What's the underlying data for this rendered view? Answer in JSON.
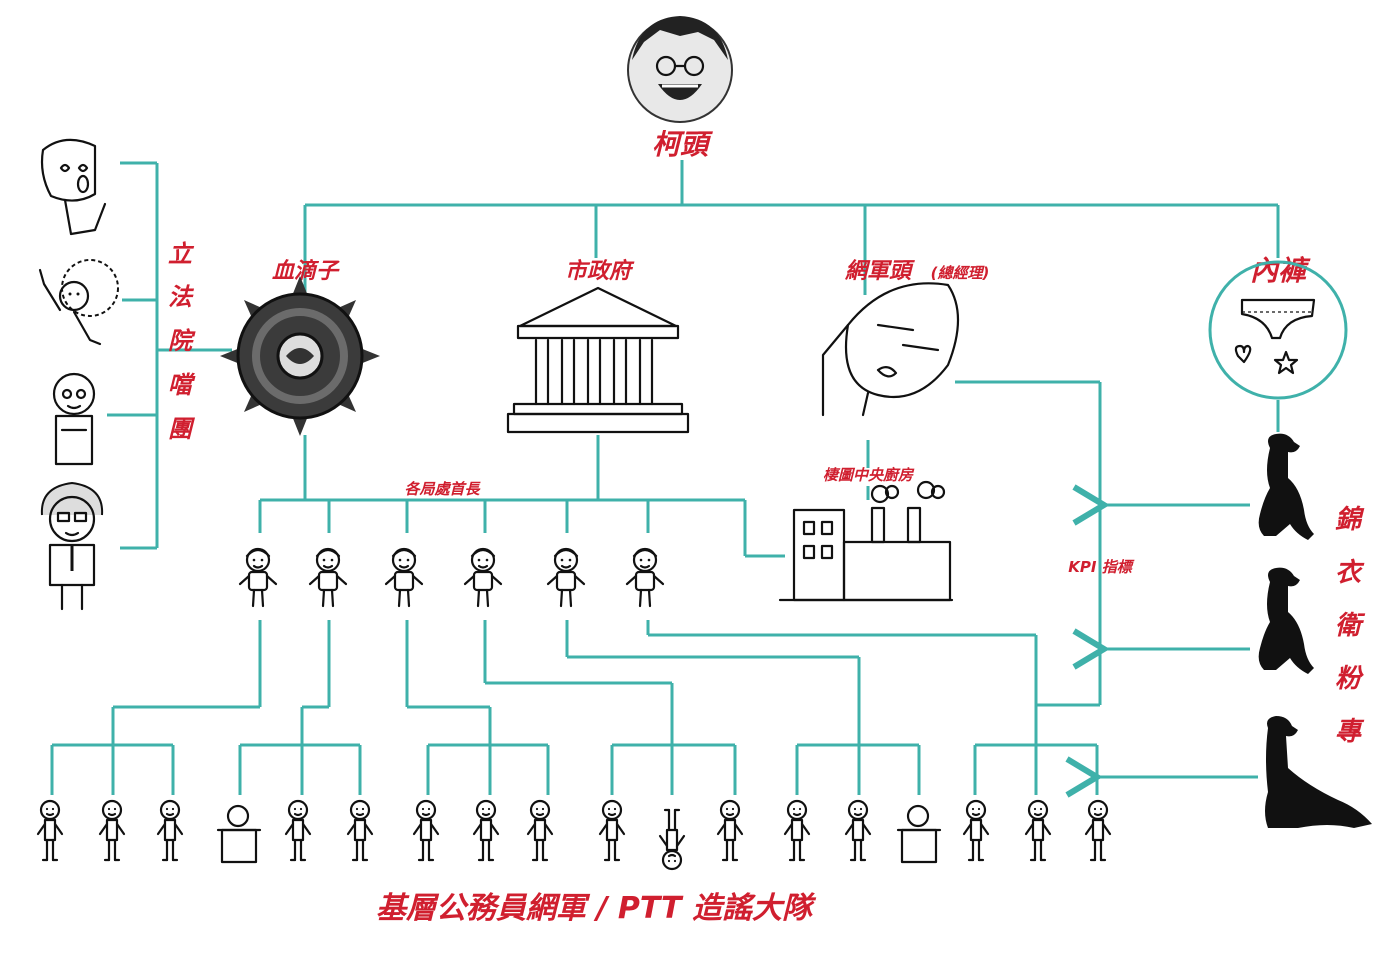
{
  "colors": {
    "connector": "#3fb1aa",
    "label": "#d01f2f",
    "ink": "#111111"
  },
  "labels": {
    "boss": "柯頭",
    "blood": "血滴子",
    "cityhall": "市政府",
    "netarmy_head": "網軍頭",
    "netarmy_note": "(總經理)",
    "underwear": "內褲",
    "kitchen": "棲圖中央廚房",
    "dept_heads": "各局處首長",
    "kpi": "KPI 指標",
    "legislator_group": [
      "立",
      "法",
      "院",
      "噹",
      "團"
    ],
    "fan_page": [
      "錦",
      "衣",
      "衛",
      "粉",
      "專"
    ],
    "bottom_caption": "基層公務員網軍 / PTT 造謠大隊"
  },
  "icons": {
    "boss": "laughing-man-icon",
    "blood": "spiked-disc-icon",
    "cityhall": "temple-building-icon",
    "netarmy_head": "sleepy-face-icon",
    "underwear": "underwear-icon",
    "kitchen": "factory-icon",
    "legislators": [
      "heart-eyes-person-icon",
      "curly-hair-person-icon",
      "old-man-icon",
      "glasses-man-icon"
    ],
    "dogs": [
      "sitting-dog-icon",
      "sitting-dog-icon",
      "lying-dog-icon"
    ],
    "dept_heads": [
      "kid-icon",
      "kid-icon",
      "kid-icon",
      "kid-icon",
      "kid-icon",
      "kid-icon"
    ],
    "workers": [
      "stick-figure-icon"
    ]
  }
}
